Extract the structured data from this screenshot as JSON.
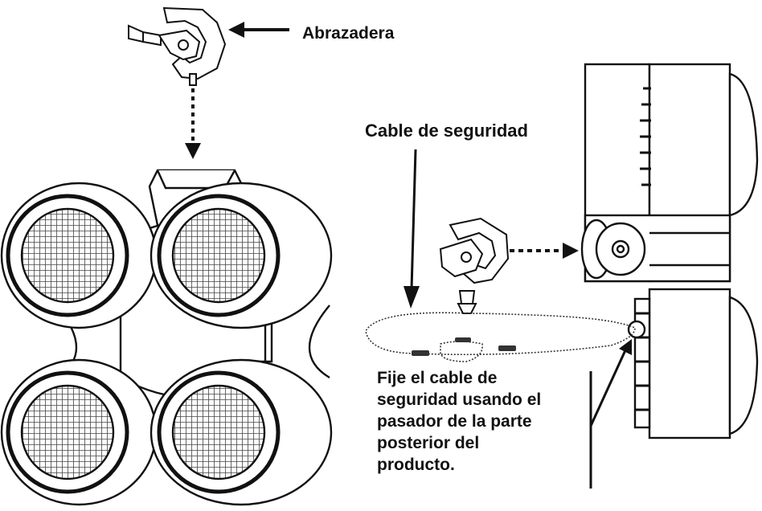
{
  "labels": {
    "clamp": "Abrazadera",
    "safety_cable": "Cable de seguridad"
  },
  "instruction": {
    "lines": [
      "Fije el cable de",
      "seguridad usando el",
      "pasador de la parte",
      "posterior del",
      "producto."
    ]
  },
  "colors": {
    "ink": "#111111",
    "grille": "#555555",
    "background": "#ffffff"
  }
}
